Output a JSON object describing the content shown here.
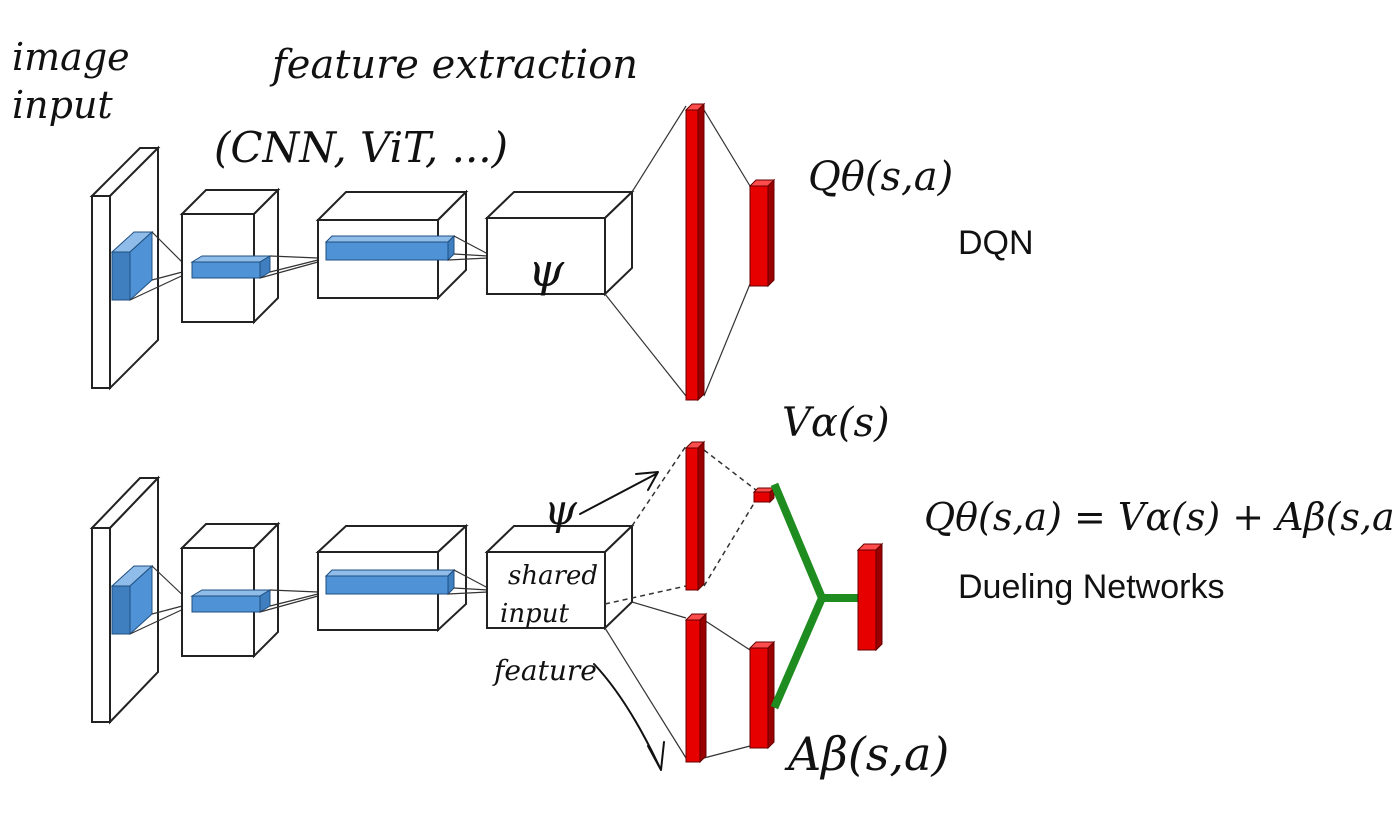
{
  "annotations": {
    "image_input_line1": "image",
    "image_input_line2": "input",
    "feature_extraction": "feature extraction",
    "backbones": "(CNN, ViT, ...)",
    "psi_top": "ψ",
    "psi_bottom": "ψ",
    "q_theta": "Qθ(s,a)",
    "v_alpha": "Vα(s)",
    "a_beta": "Aβ(s,a)",
    "equation": "Qθ(s,a) = Vα(s) + Aβ(s,a)",
    "shared_line1": "shared",
    "shared_line2": "input",
    "shared_line3": "feature"
  },
  "labels": {
    "dqn": "DQN",
    "dueling": "Dueling Networks"
  },
  "colors": {
    "layer_red": "#e60000",
    "layer_red_dark": "#9a0000",
    "kernel_blue": "#4f93d6",
    "kernel_blue_dark": "#2a5f99",
    "merge_green": "#1e8c1e"
  }
}
